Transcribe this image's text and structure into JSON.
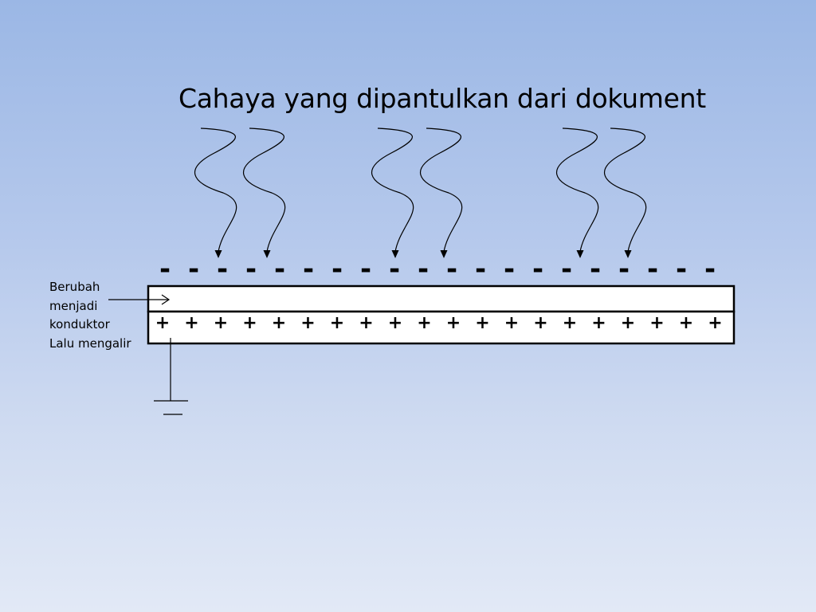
{
  "slide": {
    "title": "Cahaya yang dipantulkan dari dokument"
  },
  "diagram": {
    "label_lines": [
      "Berubah",
      "menjadi",
      "konduktor",
      "Lalu mengalir"
    ],
    "top_charge_symbol": "-",
    "bottom_charge_symbol": "+",
    "top_charge_count": 20,
    "bottom_charge_count": 20,
    "light_wave_count": 6,
    "line_color": "#000000",
    "layer_fill": "#ffffff"
  }
}
